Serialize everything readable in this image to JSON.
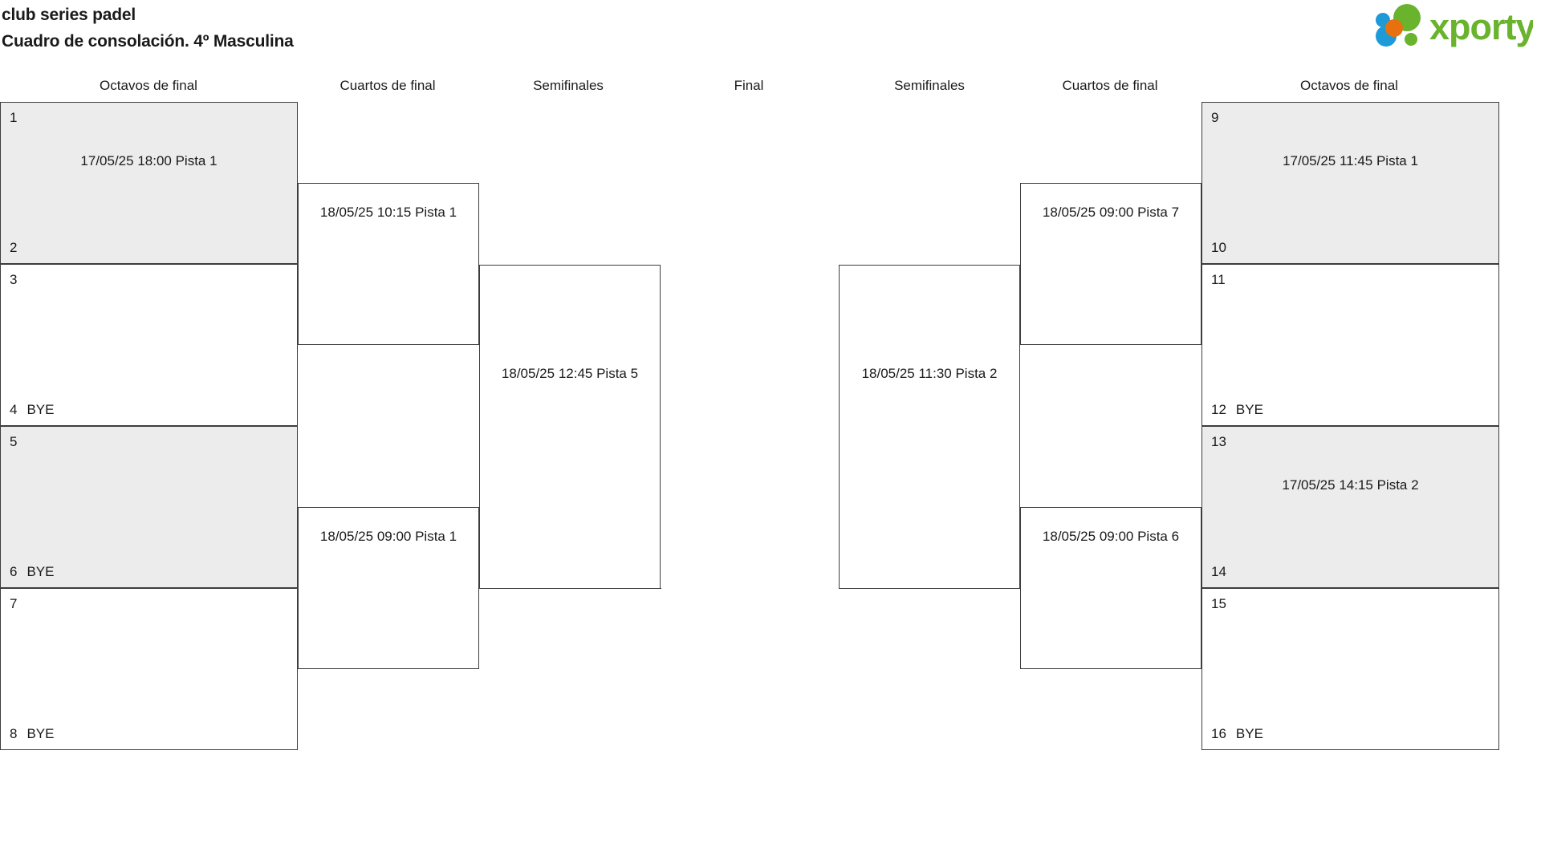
{
  "header": {
    "club_name": "club series padel",
    "bracket_title": "Cuadro de consolación. 4º Masculina",
    "logo": {
      "name": "xporty-logo",
      "wordmark": "xporty",
      "colors": {
        "green": "#69b32d",
        "orange": "#e8700f",
        "blue": "#1e9bd7"
      }
    }
  },
  "rounds": [
    {
      "label": "Octavos de final"
    },
    {
      "label": "Cuartos de final"
    },
    {
      "label": "Semifinales"
    },
    {
      "label": "Final"
    },
    {
      "label": "Semifinales"
    },
    {
      "label": "Cuartos de final"
    },
    {
      "label": "Octavos de final"
    }
  ],
  "left_bracket": {
    "octavos": [
      {
        "seed_top": "1",
        "seed_bottom": "2",
        "bye_top": "",
        "bye_bottom": "",
        "match": "17/05/25 18:00 Pista 1",
        "shaded": true
      },
      {
        "seed_top": "3",
        "seed_bottom": "4",
        "bye_top": "",
        "bye_bottom": "BYE",
        "match": "",
        "shaded": false
      },
      {
        "seed_top": "5",
        "seed_bottom": "6",
        "bye_top": "",
        "bye_bottom": "BYE",
        "match": "",
        "shaded": true
      },
      {
        "seed_top": "7",
        "seed_bottom": "8",
        "bye_top": "",
        "bye_bottom": "BYE",
        "match": "",
        "shaded": false
      }
    ],
    "cuartos": [
      {
        "match": "18/05/25 10:15 Pista 1"
      },
      {
        "match": "18/05/25 09:00 Pista 1"
      }
    ],
    "semifinal": {
      "match": "18/05/25 12:45 Pista 5"
    }
  },
  "right_bracket": {
    "octavos": [
      {
        "seed_top": "9",
        "seed_bottom": "10",
        "bye_top": "",
        "bye_bottom": "",
        "match": "17/05/25 11:45 Pista 1",
        "shaded": true
      },
      {
        "seed_top": "11",
        "seed_bottom": "12",
        "bye_top": "",
        "bye_bottom": "BYE",
        "match": "",
        "shaded": false
      },
      {
        "seed_top": "13",
        "seed_bottom": "14",
        "bye_top": "",
        "bye_bottom": "",
        "match": "17/05/25 14:15 Pista 2",
        "shaded": true
      },
      {
        "seed_top": "15",
        "seed_bottom": "16",
        "bye_top": "",
        "bye_bottom": "BYE",
        "match": "",
        "shaded": false
      }
    ],
    "cuartos": [
      {
        "match": "18/05/25 09:00 Pista 7"
      },
      {
        "match": "18/05/25 09:00 Pista 6"
      }
    ],
    "semifinal": {
      "match": "18/05/25 11:30 Pista 2"
    }
  },
  "final": {
    "match": ""
  }
}
